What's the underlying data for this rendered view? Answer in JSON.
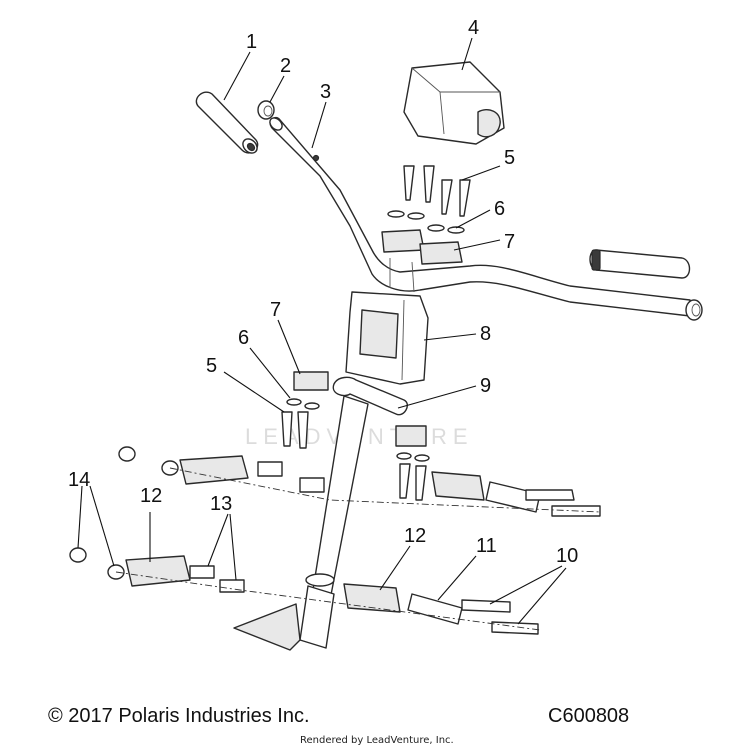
{
  "diagram": {
    "callouts": [
      {
        "id": "c1",
        "label": "1"
      },
      {
        "id": "c2",
        "label": "2"
      },
      {
        "id": "c3",
        "label": "3"
      },
      {
        "id": "c4",
        "label": "4"
      },
      {
        "id": "c5a",
        "label": "5"
      },
      {
        "id": "c6a",
        "label": "6"
      },
      {
        "id": "c7a",
        "label": "7"
      },
      {
        "id": "c8",
        "label": "8"
      },
      {
        "id": "c7b",
        "label": "7"
      },
      {
        "id": "c6b",
        "label": "6"
      },
      {
        "id": "c5b",
        "label": "5"
      },
      {
        "id": "c9",
        "label": "9"
      },
      {
        "id": "c14",
        "label": "14"
      },
      {
        "id": "c12a",
        "label": "12"
      },
      {
        "id": "c13",
        "label": "13"
      },
      {
        "id": "c12b",
        "label": "12"
      },
      {
        "id": "c11",
        "label": "11"
      },
      {
        "id": "c10",
        "label": "10"
      }
    ],
    "watermark": "LEADVENTURE"
  },
  "footer": {
    "copyright": "© 2017 Polaris Industries Inc.",
    "drawing_id": "C600808",
    "rendered_by": "Rendered by LeadVenture, Inc."
  }
}
